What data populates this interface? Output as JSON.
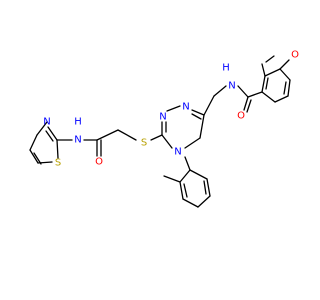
{
  "molecule": {
    "colors": {
      "bond": "#000000",
      "nitrogen": "#0000ff",
      "oxygen": "#ff0000",
      "sulfur": "#b8a000",
      "background": "#ffffff"
    },
    "atoms": {
      "nh_amide": "H",
      "n_amide": "N",
      "o_amide": "O",
      "n_thiazole": "N",
      "s_thiazole": "S",
      "s_thioether": "S",
      "n_triazole_1": "N",
      "n_triazole_2": "N",
      "n_triazole_4": "N",
      "nh_benzamide": "H",
      "n_benzamide": "N",
      "o_benzamide": "O",
      "o_methoxy": "O"
    }
  }
}
